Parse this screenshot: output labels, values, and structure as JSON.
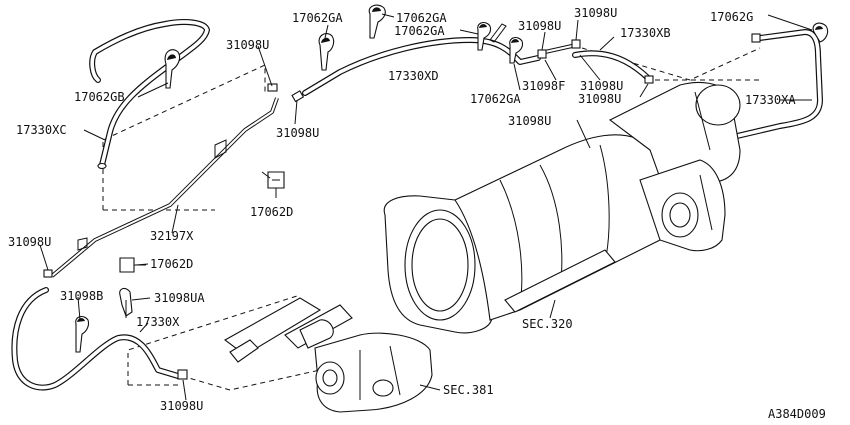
{
  "labels": {
    "l_17062GA_1": "17062GA",
    "l_17062GA_2": "17062GA",
    "l_17062GA_3": "17062GA",
    "l_17062GA_4": "17062GA",
    "l_31098U_top": "31098U",
    "l_31098U_a": "31098U",
    "l_31098U_b": "31098U",
    "l_31098U_c": "31098U",
    "l_31098U_d": "31098U",
    "l_31098U_e": "31098U",
    "l_31098U_f": "31098U",
    "l_31098U_left": "31098U",
    "l_31098U_bottom": "31098U",
    "l_17062G": "17062G",
    "l_17330XB": "17330XB",
    "l_17062GB": "17062GB",
    "l_17330XD": "17330XD",
    "l_31098F": "31098F",
    "l_17330XC": "17330XC",
    "l_17330XA": "17330XA",
    "l_17062D_1": "17062D",
    "l_17062D_2": "17062D",
    "l_32197X": "32197X",
    "l_31098B": "31098B",
    "l_31098UA": "31098UA",
    "l_17330X": "17330X",
    "l_SEC320": "SEC.320",
    "l_SEC381": "SEC.381"
  },
  "diagram_code": "A384D009"
}
